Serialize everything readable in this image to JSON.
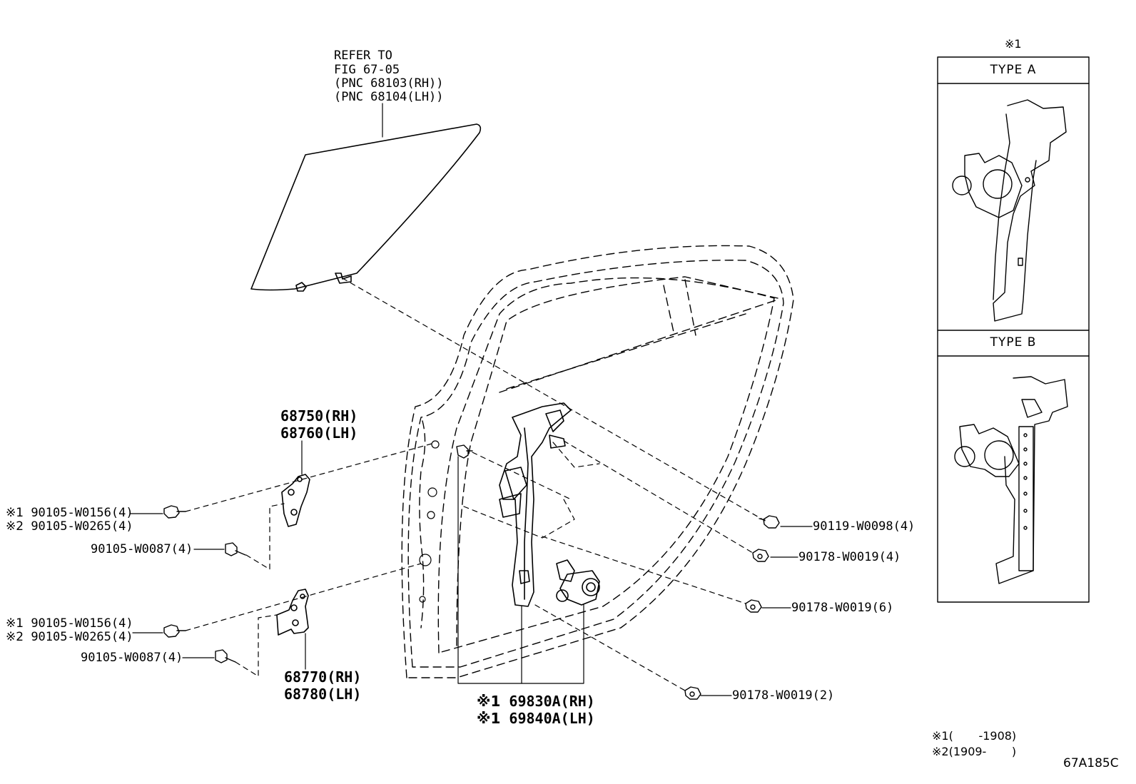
{
  "glass_note": [
    "REFER TO",
    "FIG 67-05",
    "(PNC 68103(RH))",
    "(PNC 68104(LH))"
  ],
  "upper_hinge": [
    "68750(RH)",
    "68760(LH)"
  ],
  "lower_hinge": [
    "68770(RH)",
    "68780(LH)"
  ],
  "regulator": {
    "mark": "※1",
    "rh": "69830A(RH)",
    "lh": "69840A(LH)"
  },
  "bolts_left": [
    {
      "mark": "※1",
      "part": "90105-W0156(4)"
    },
    {
      "mark": "※2",
      "part": "90105-W0265(4)"
    },
    {
      "mark": "",
      "part": "90105-W0087(4)"
    },
    {
      "mark": "※1",
      "part": "90105-W0156(4)"
    },
    {
      "mark": "※2",
      "part": "90105-W0265(4)"
    },
    {
      "mark": "",
      "part": "90105-W0087(4)"
    }
  ],
  "bolts_right": [
    "90119-W0098(4)",
    "90178-W0019(4)",
    "90178-W0019(6)",
    "90178-W0019(2)"
  ],
  "inset": {
    "mark": "※1",
    "type_a": "TYPE A",
    "type_b": "TYPE B"
  },
  "footnotes": [
    {
      "mark": "※1",
      "text": "(       -1908)"
    },
    {
      "mark": "※2",
      "text": "(1909-       )"
    }
  ],
  "figure_code": "67A185C"
}
